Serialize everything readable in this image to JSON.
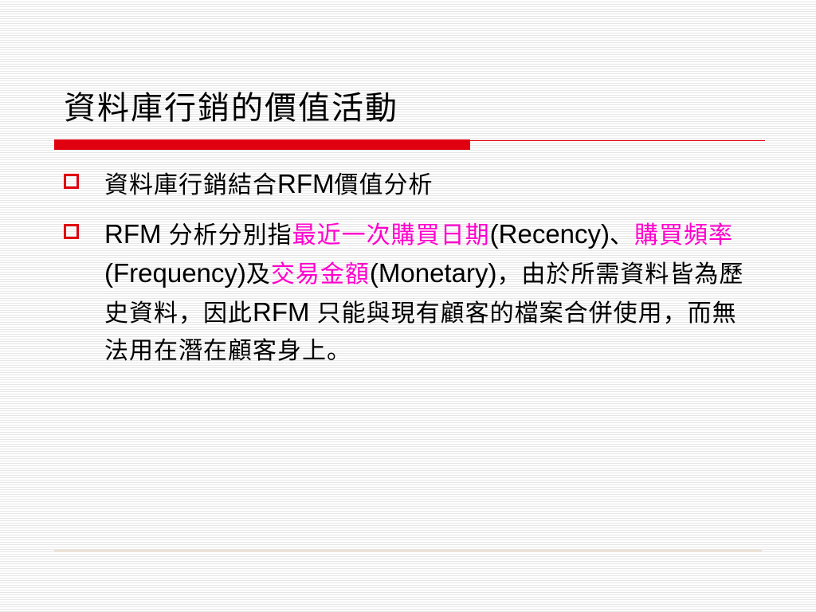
{
  "slide": {
    "title": "資料庫行銷的價值活動",
    "accent_color": "#e00010",
    "highlight_color": "#ff00cc",
    "bullets": [
      {
        "icon": "hollow-square-bullet-icon",
        "segments": [
          {
            "text": "資料庫行銷結合",
            "latin": false,
            "highlight": false
          },
          {
            "text": "RFM",
            "latin": true,
            "highlight": false
          },
          {
            "text": "價值分析",
            "latin": false,
            "highlight": false
          }
        ]
      },
      {
        "icon": "hollow-square-bullet-icon",
        "segments": [
          {
            "text": "RFM ",
            "latin": true,
            "highlight": false
          },
          {
            "text": "分析分別指",
            "latin": false,
            "highlight": false
          },
          {
            "text": "最近一次購買日期",
            "latin": false,
            "highlight": true
          },
          {
            "text": "(Recency)",
            "latin": true,
            "highlight": false
          },
          {
            "text": "、",
            "latin": false,
            "highlight": false
          },
          {
            "text": "購買頻率",
            "latin": false,
            "highlight": true
          },
          {
            "text": "(Frequency)",
            "latin": true,
            "highlight": false
          },
          {
            "text": "及",
            "latin": false,
            "highlight": false
          },
          {
            "text": "交易金額",
            "latin": false,
            "highlight": true
          },
          {
            "text": "(Monetary)",
            "latin": true,
            "highlight": false
          },
          {
            "text": "，由於所需資料皆為歷史資料，因此",
            "latin": false,
            "highlight": false
          },
          {
            "text": "RFM ",
            "latin": true,
            "highlight": false
          },
          {
            "text": "只能與現有顧客的檔案合併使用，而無法用在潛在顧客身上。",
            "latin": false,
            "highlight": false
          }
        ]
      }
    ]
  }
}
